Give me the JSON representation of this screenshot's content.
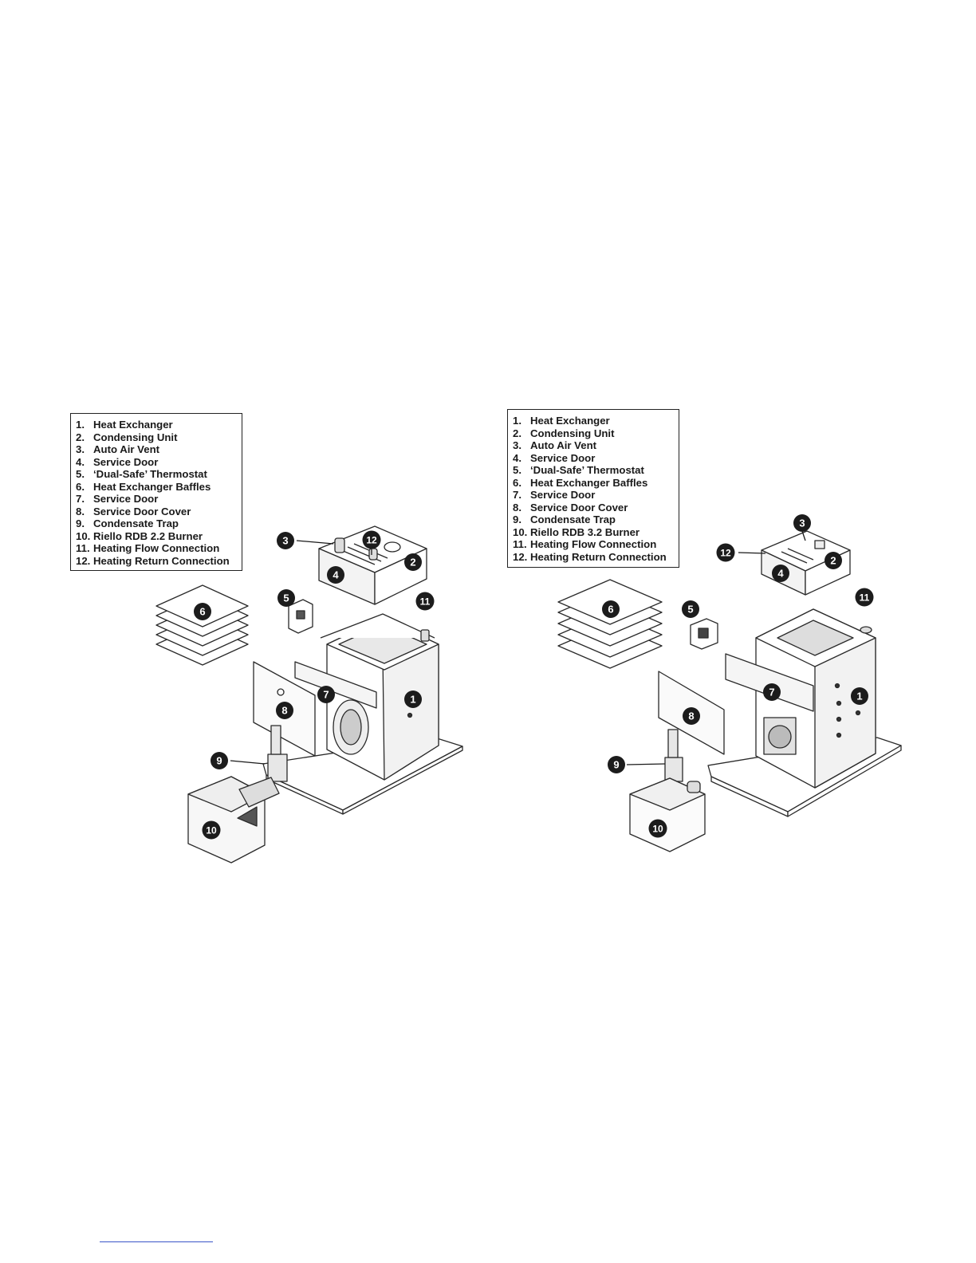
{
  "left_diagram": {
    "legend": [
      {
        "num": "1.",
        "label": "Heat Exchanger"
      },
      {
        "num": "2.",
        "label": "Condensing Unit"
      },
      {
        "num": "3.",
        "label": "Auto Air Vent"
      },
      {
        "num": "4.",
        "label": "Service Door"
      },
      {
        "num": "5.",
        "label": "‘Dual-Safe’ Thermostat"
      },
      {
        "num": "6.",
        "label": "Heat Exchanger Baffles"
      },
      {
        "num": "7.",
        "label": "Service Door"
      },
      {
        "num": "8.",
        "label": "Service Door Cover"
      },
      {
        "num": "9.",
        "label": "Condensate Trap"
      },
      {
        "num": "10.",
        "label": "Riello RDB 2.2 Burner"
      },
      {
        "num": "11.",
        "label": "Heating Flow Connection"
      },
      {
        "num": "12.",
        "label": "Heating Return Connection"
      }
    ],
    "callouts": [
      "1",
      "2",
      "3",
      "4",
      "5",
      "6",
      "7",
      "8",
      "9",
      "10",
      "11",
      "12"
    ]
  },
  "right_diagram": {
    "legend": [
      {
        "num": "1.",
        "label": "Heat Exchanger"
      },
      {
        "num": "2.",
        "label": "Condensing Unit"
      },
      {
        "num": "3.",
        "label": "Auto Air Vent"
      },
      {
        "num": "4.",
        "label": "Service Door"
      },
      {
        "num": "5.",
        "label": "‘Dual-Safe’ Thermostat"
      },
      {
        "num": "6.",
        "label": "Heat Exchanger Baffles"
      },
      {
        "num": "7.",
        "label": "Service Door"
      },
      {
        "num": "8.",
        "label": "Service Door Cover"
      },
      {
        "num": "9.",
        "label": "Condensate Trap"
      },
      {
        "num": "10.",
        "label": "Riello RDB 3.2 Burner"
      },
      {
        "num": "11.",
        "label": "Heating Flow Connection"
      },
      {
        "num": "12.",
        "label": "Heating Return Connection"
      }
    ],
    "callouts": [
      "1",
      "2",
      "3",
      "4",
      "5",
      "6",
      "7",
      "8",
      "9",
      "10",
      "11",
      "12"
    ]
  }
}
